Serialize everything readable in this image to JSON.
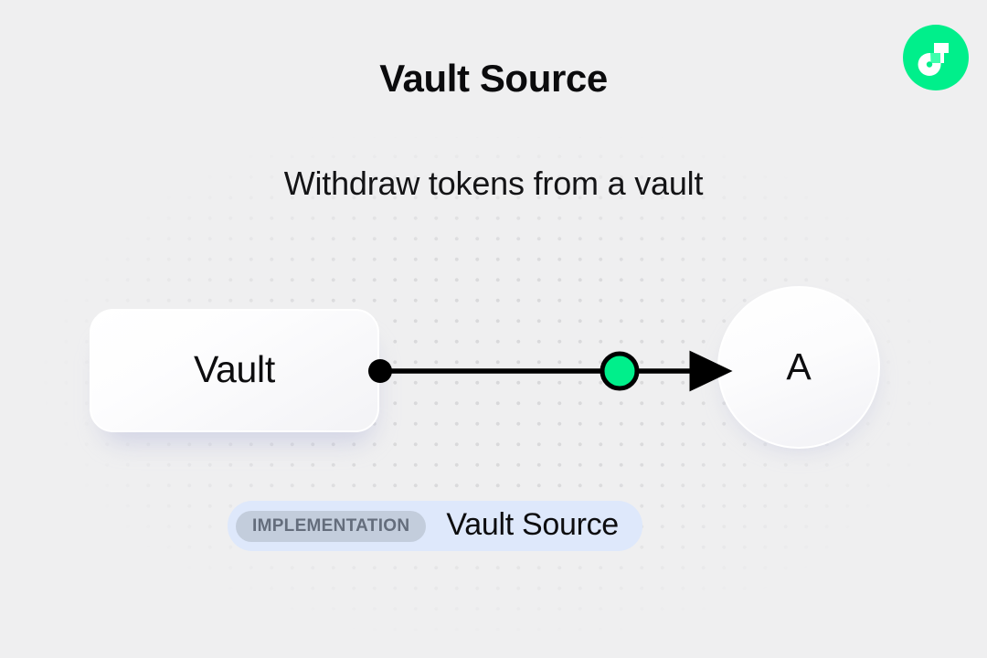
{
  "header": {
    "title": "Vault Source",
    "subtitle": "Withdraw tokens from a vault"
  },
  "logo": {
    "name": "flow-logo",
    "circle_color": "#00ef8b",
    "mark_color": "#ffffff",
    "accent_color": "#3fffad"
  },
  "diagram": {
    "source_node": {
      "label": "Vault",
      "shape": "rounded-rectangle"
    },
    "target_node": {
      "label": "A",
      "shape": "circle"
    },
    "edge": {
      "start_handle": "source-dot",
      "start_handle_color": "#000000",
      "midpoint_handle": "green-dot",
      "midpoint_handle_color": "#00ef8b",
      "end_marker": "arrowhead",
      "line_color": "#000000"
    }
  },
  "badge": {
    "tag": "IMPLEMENTATION",
    "name": "Vault Source",
    "background_color": "#dee8fb",
    "tag_background_color": "#c3cddc",
    "tag_text_color": "#646d7c"
  },
  "canvas": {
    "background_color": "#efeff0",
    "dot_color": "#d8d8da"
  }
}
